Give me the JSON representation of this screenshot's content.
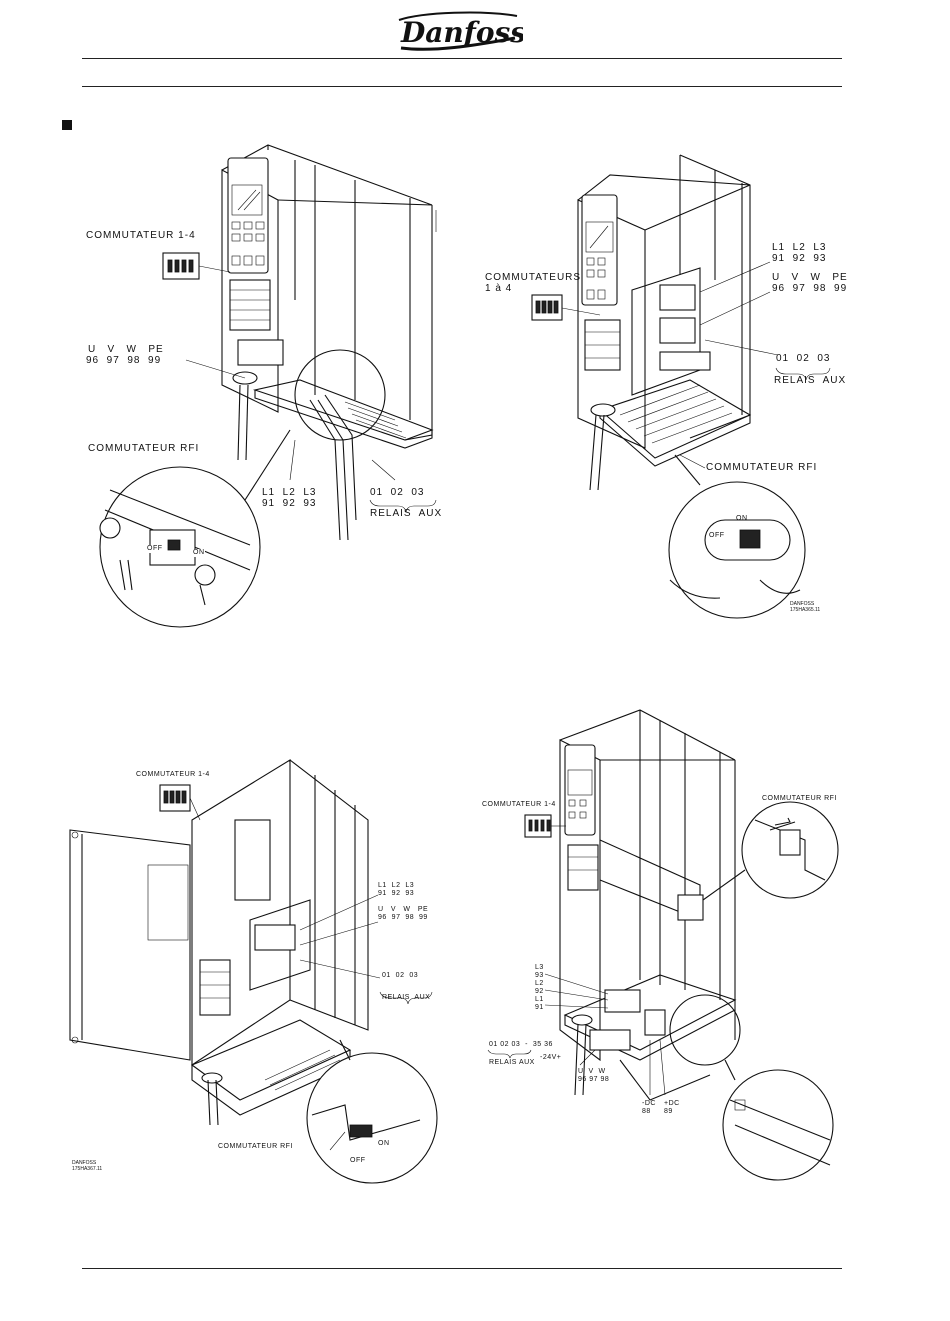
{
  "header": {
    "logo_text": "Danfoss"
  },
  "figures": {
    "fig1": {
      "switch_1_4": "COMMUTATEUR 1-4",
      "motor_row1": "U   V   W   PE",
      "motor_row2": "96  97  98  99",
      "rfi": "COMMUTATEUR RFI",
      "mains_row1": "L1  L2  L3",
      "mains_row2": "91  92  93",
      "relay_row": "01  02  03",
      "relay_label": "RELAIS  AUX",
      "off": "OFF",
      "on": "ON"
    },
    "fig2": {
      "switches_line1": "COMMUTATEURS",
      "switches_line2": "1 à 4",
      "mains_row1": "L1  L2  L3",
      "mains_row2": "91  92  93",
      "motor_row1": "U   V   W   PE",
      "motor_row2": "96  97  98  99",
      "relay_row": "01  02  03",
      "relay_label": "RELAIS  AUX",
      "rfi": "COMMUTATEUR RFI",
      "on": "ON",
      "off": "OFF",
      "ref_line1": "DANFOSS",
      "ref_line2": "175HA365.11"
    },
    "fig3": {
      "switch_1_4": "COMMUTATEUR 1-4",
      "mains_row1": "L1  L2  L3",
      "mains_row2": "91  92  93",
      "motor_row1": "U   V   W   PE",
      "motor_row2": "96  97  98  99",
      "relay_row": "01  02  03",
      "relay_label": "RELAIS  AUX",
      "rfi": "COMMUTATEUR RFI",
      "on": "ON",
      "off": "OFF",
      "ref_line1": "DANFOSS",
      "ref_line2": "175HA367.11"
    },
    "fig4": {
      "switch_1_4": "COMMUTATEUR 1-4",
      "rfi": "COMMUTATEUR RFI",
      "l3": "L3\n93",
      "l2": "L2\n92",
      "l1": "L1\n91",
      "relay_row": "01 02 03  -  35 36",
      "relay_label": "RELAIS AUX",
      "supply": "-24V+",
      "motor": "U  V  W\n96 97 98",
      "dc_minus": "-DC\n88",
      "dc_plus": "+DC\n89"
    }
  }
}
